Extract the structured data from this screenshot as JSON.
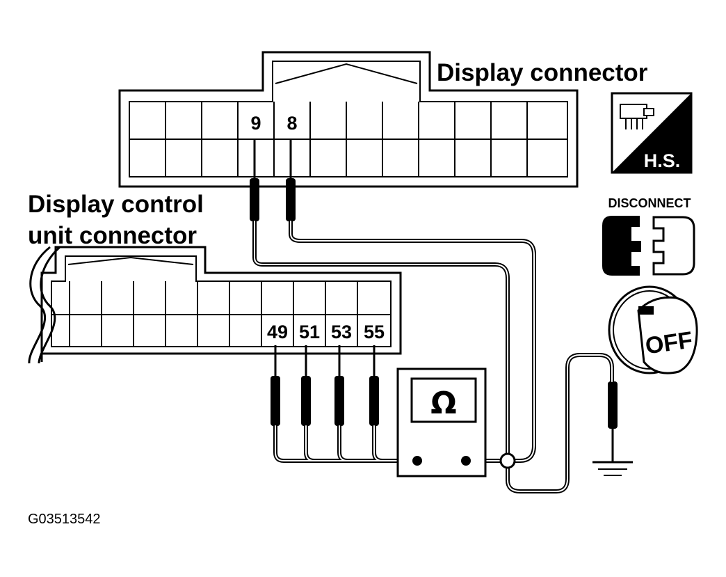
{
  "labels": {
    "display_connector": "Display connector",
    "display_control_line1": "Display control",
    "display_control_line2": "unit connector",
    "figure_code": "G03513542"
  },
  "display_connector_pins": {
    "pin_9": "9",
    "pin_8": "8"
  },
  "control_unit_pins": {
    "pin_49": "49",
    "pin_51": "51",
    "pin_53": "53",
    "pin_55": "55"
  },
  "ohmmeter": {
    "symbol": "Ω"
  },
  "badges": {
    "harness_side": "H.S.",
    "disconnect": "DISCONNECT",
    "ignition": "OFF"
  },
  "icons": [
    "harness-connector-icon",
    "disconnect-icon",
    "ignition-key-off-icon",
    "ground-icon",
    "ohmmeter-icon"
  ]
}
